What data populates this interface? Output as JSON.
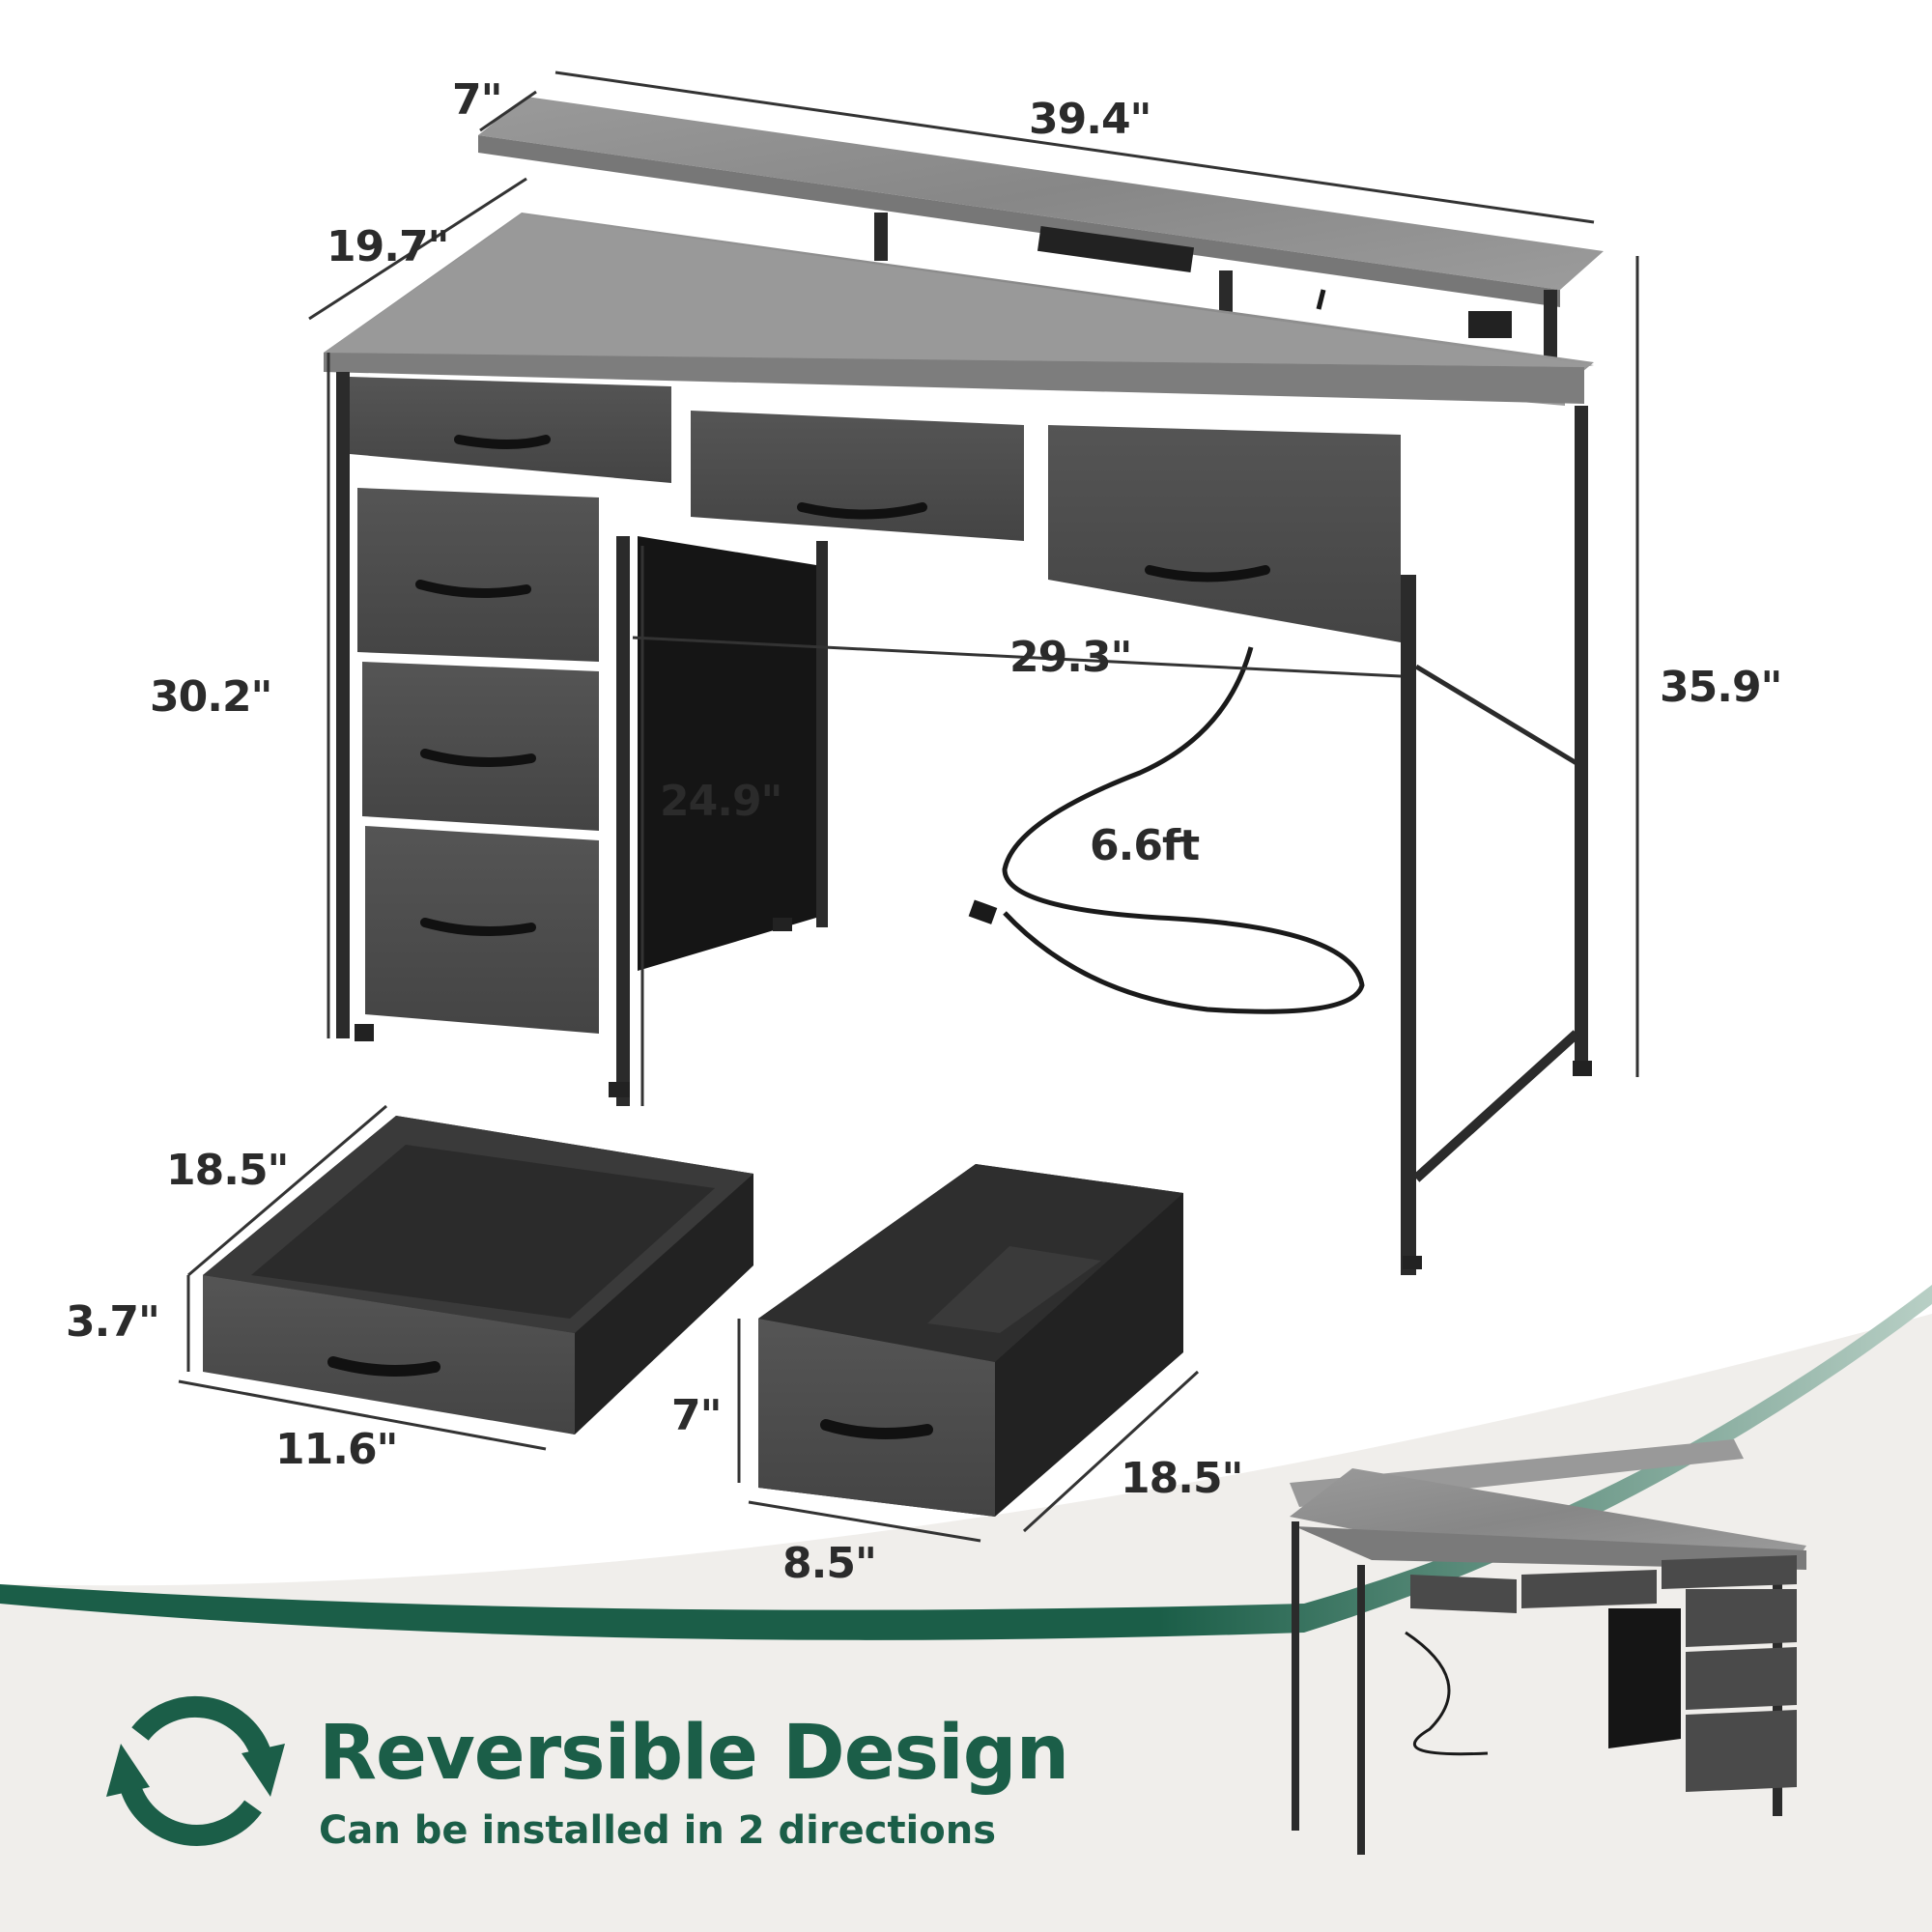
{
  "dimensions": {
    "shelf_depth": "7\"",
    "total_width": "39.4\"",
    "desk_depth": "19.7\"",
    "desk_height": "30.2\"",
    "total_height": "35.9\"",
    "inner_width": "29.3\"",
    "knee_clearance": "24.9\"",
    "cord_length": "6.6ft",
    "small_drawer_depth": "18.5\"",
    "small_drawer_height": "3.7\"",
    "small_drawer_width": "11.6\"",
    "large_drawer_height": "7\"",
    "large_drawer_depth": "18.5\"",
    "large_drawer_width": "8.5\""
  },
  "feature": {
    "icon": "reverse-arrows-icon",
    "title": "Reversible Design",
    "subtitle": "Can be installed in 2 directions"
  },
  "colors": {
    "brand_green": "#1b5e48",
    "background_bottom": "#f0eeeb",
    "wood_gray": "#8e8e8e",
    "fabric_dark": "#4a4a4a",
    "frame_black": "#2a2a2a"
  }
}
